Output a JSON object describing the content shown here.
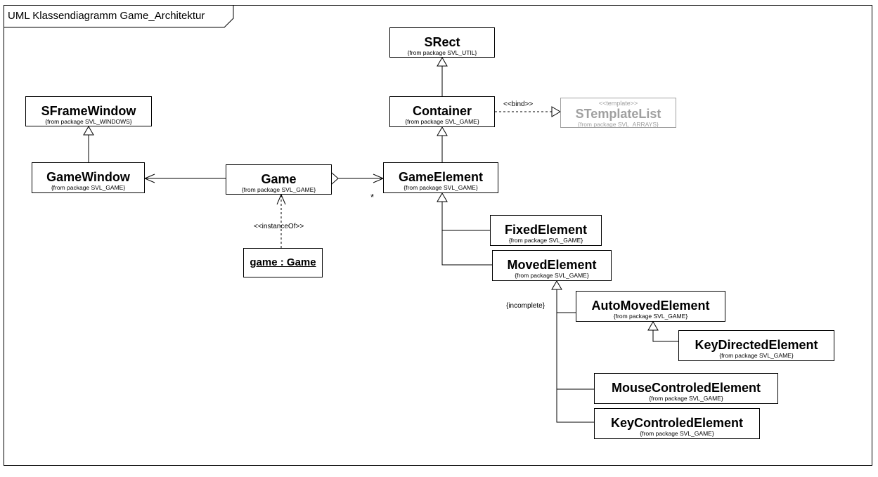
{
  "frame": {
    "title": "UML Klassendiagramm Game_Architektur"
  },
  "classes": {
    "srect": {
      "name": "SRect",
      "pkg": "{from package SVL_UTIL}"
    },
    "container": {
      "name": "Container",
      "pkg": "{from package SVL_GAME}"
    },
    "stemplatelist": {
      "stereotype": "<<template>>",
      "name": "STemplateList",
      "pkg": "{from package SVL_ARRAYS}"
    },
    "sframewindow": {
      "name": "SFrameWindow",
      "pkg": "{from package SVL_WINDOWS}"
    },
    "gamewindow": {
      "name": "GameWindow",
      "pkg": "{from package SVL_GAME}"
    },
    "game": {
      "name": "Game",
      "pkg": "{from package SVL_GAME}"
    },
    "gameelement": {
      "name": "GameElement",
      "pkg": "{from package SVL_GAME}"
    },
    "fixedelement": {
      "name": "FixedElement",
      "pkg": "{from package SVL_GAME}"
    },
    "movedelement": {
      "name": "MovedElement",
      "pkg": "{from package SVL_GAME}"
    },
    "automovedelement": {
      "name": "AutoMovedElement",
      "pkg": "{from package SVL_GAME}"
    },
    "keydirectedelement": {
      "name": "KeyDirectedElement",
      "pkg": "{from package SVL_GAME}"
    },
    "mousecontroledelement": {
      "name": "MouseControledElement",
      "pkg": "{from package SVL_GAME}"
    },
    "keycontroledelement": {
      "name": "KeyControledElement",
      "pkg": "{from package SVL_GAME}"
    }
  },
  "objects": {
    "game_instance": {
      "label": "game : Game"
    }
  },
  "labels": {
    "bind": "<<bind>>",
    "instance_of": "<<instanceOf>>",
    "incomplete": "{incomplete}",
    "multiplicity": "*"
  },
  "colors": {
    "line": "#000000",
    "template_grey": "#a0a0a0"
  }
}
